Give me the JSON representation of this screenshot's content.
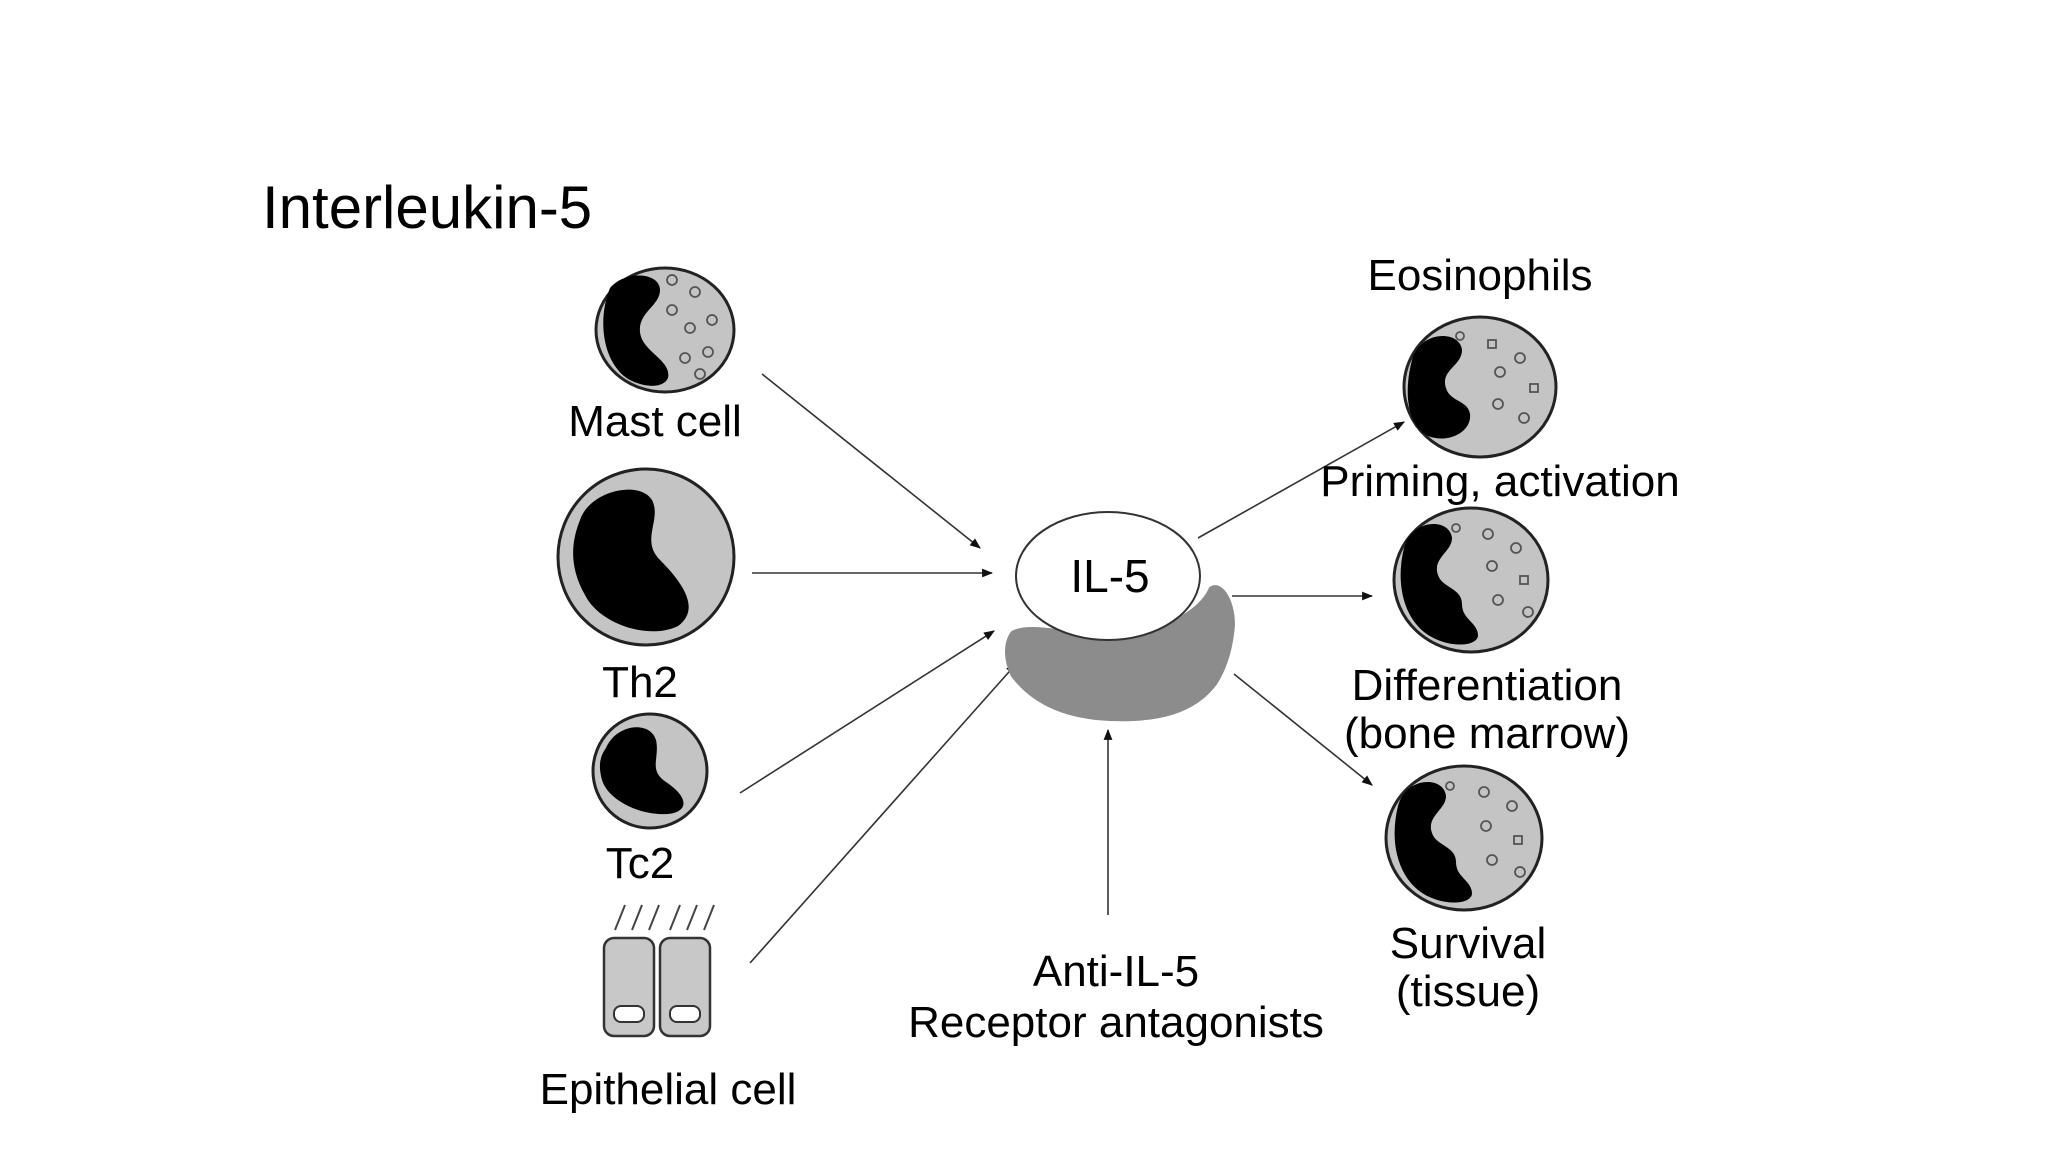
{
  "slide": {
    "title": "Interleukin-5"
  },
  "diagram": {
    "center": {
      "label": "IL-5"
    },
    "sources": [
      {
        "id": "mast",
        "label": "Mast cell"
      },
      {
        "id": "th2",
        "label": "Th2"
      },
      {
        "id": "tc2",
        "label": "Tc2"
      },
      {
        "id": "epithelial",
        "label": "Epithelial cell"
      }
    ],
    "targets": {
      "header": "Eosinophils",
      "items": [
        {
          "id": "priming",
          "lines": [
            "Priming, activation"
          ]
        },
        {
          "id": "differentiation",
          "lines": [
            "Differentiation",
            "(bone marrow)"
          ]
        },
        {
          "id": "survival",
          "lines": [
            "Survival",
            "(tissue)"
          ]
        }
      ]
    },
    "inhibitors": {
      "lines": [
        "Anti-IL-5",
        "Receptor antagonists"
      ]
    }
  },
  "colors": {
    "cytoplasm": "#c4c4c4",
    "nucleus": "#000000",
    "receptor": "#8c8c8c",
    "background": "#ffffff"
  }
}
